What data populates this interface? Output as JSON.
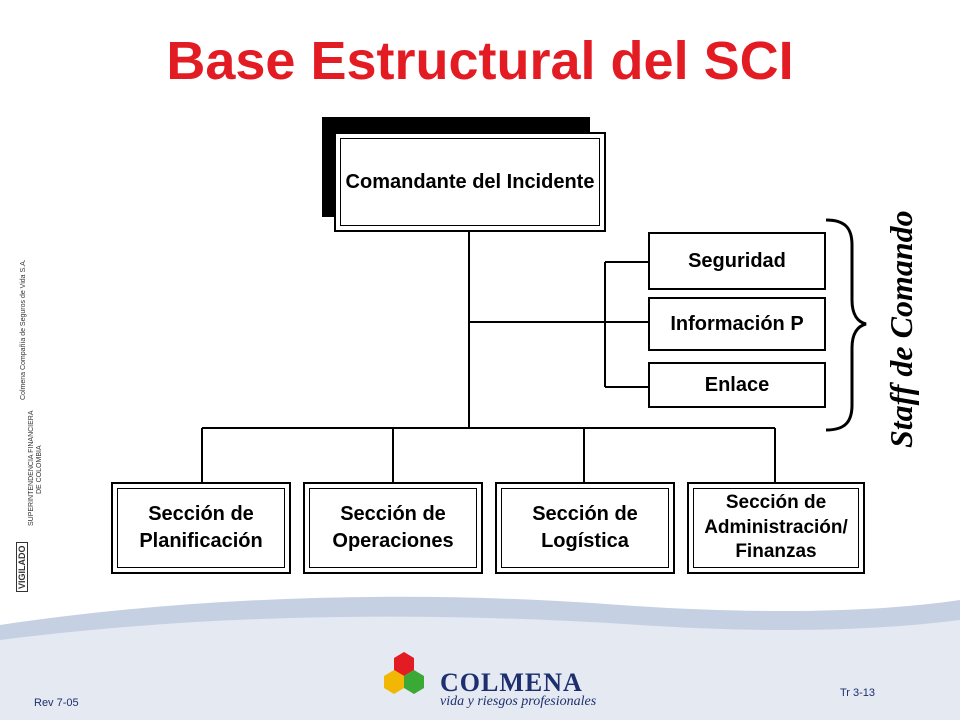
{
  "title": "Base Estructural del SCI",
  "commander": "Comandante del Incidente",
  "staff": {
    "label": "Staff de Comando",
    "items": [
      "Seguridad",
      "Información P",
      "Enlace"
    ]
  },
  "sections": [
    {
      "line1": "Sección de",
      "line2": "Planificación",
      "line3": ""
    },
    {
      "line1": "Sección de",
      "line2": "Operaciones",
      "line3": ""
    },
    {
      "line1": "Sección de",
      "line2": "Logística",
      "line3": ""
    },
    {
      "line1": "Sección de",
      "line2": "Administración/",
      "line3": "Finanzas"
    }
  ],
  "side_text": {
    "vigilado": "VIGILADO",
    "superintendencia": "SUPERINTENDENCIA FINANCIERA",
    "de_colombia": "DE COLOMBIA",
    "company": "Colmena Compañía de Seguros de Vida S.A."
  },
  "footer": {
    "brand": "COLMENA",
    "tagline": "vida y riesgos profesionales",
    "rev": "Rev 7-05",
    "slide": "Tr 3-13"
  },
  "colors": {
    "title": "#e31b23",
    "brand_blue": "#1d2f6f",
    "wave_light": "#dfe5ef",
    "wave_mid": "#a9b8d2"
  }
}
